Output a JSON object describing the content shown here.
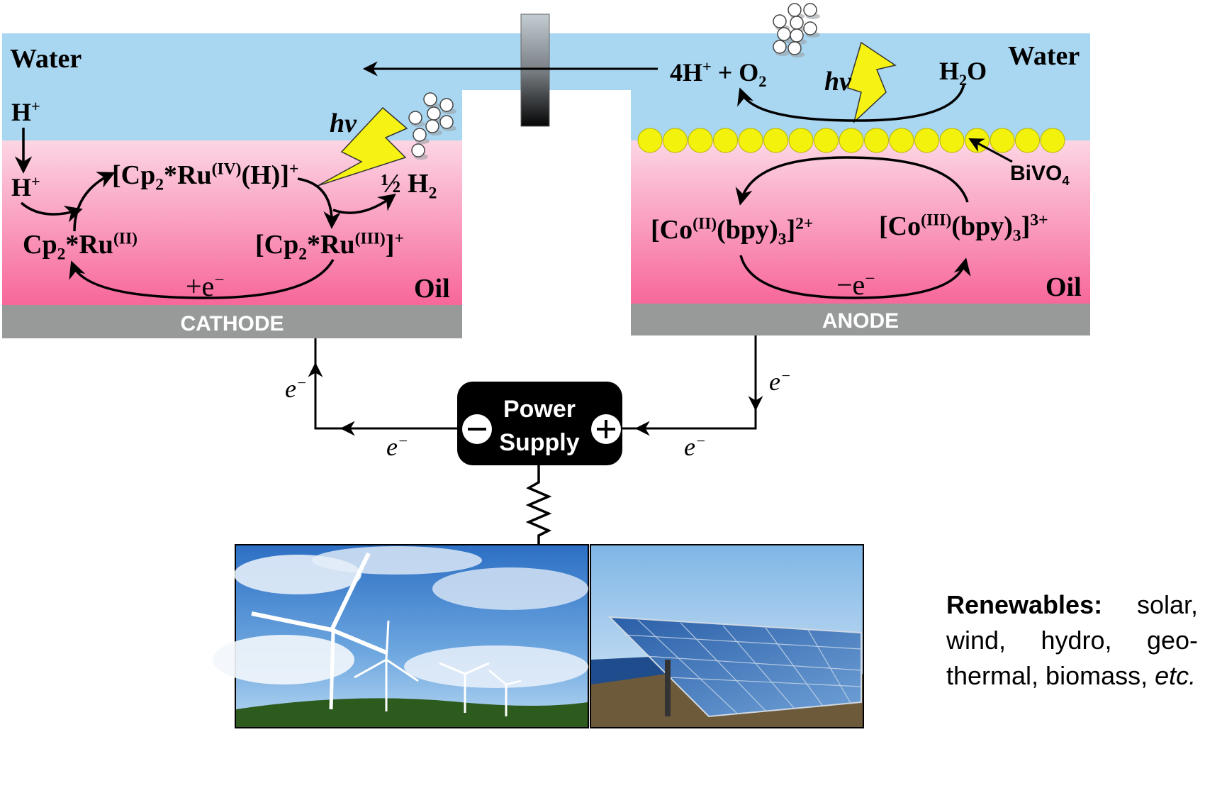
{
  "cell": {
    "water_left": "Water",
    "water_right": "Water",
    "oil_left": "Oil",
    "oil_right": "Oil",
    "cathode": "CATHODE",
    "anode": "ANODE"
  },
  "cathode_side": {
    "h_plus_top": "H",
    "h_plus_bottom": "H",
    "ru_ii_base": "Cp",
    "ru_ii_rest": "*Ru",
    "ru_ii_ox": "(II)",
    "ru_iv_open": "[Cp",
    "ru_iv_mid": "*Ru",
    "ru_iv_ox": "(IV)",
    "ru_iv_end": "(H)]",
    "ru_iii_open": "[Cp",
    "ru_iii_mid": "*Ru",
    "ru_iii_ox": "(III)",
    "ru_iii_end": "]",
    "half_h2": "½ H",
    "plus_e": "+e",
    "hv": "hv"
  },
  "anode_side": {
    "products": "4H",
    "products_o2": " + O",
    "h2o": "H",
    "h2o_o": "O",
    "hv": "hv",
    "bivo4": "BiVO",
    "co_ii_open": "[Co",
    "co_ii_ox": "(II)",
    "co_ii_mid": "(bpy)",
    "co_ii_end": "]",
    "co_ii_charge": "2+",
    "co_iii_open": "[Co",
    "co_iii_ox": "(III)",
    "co_iii_mid": "(bpy)",
    "co_iii_end": "]",
    "co_iii_charge": "3+",
    "minus_e": "−e"
  },
  "circuit": {
    "e_left_vertical": "e",
    "e_left_horizontal": "e",
    "e_right_vertical": "e",
    "e_right_horizontal": "e",
    "power_line1": "Power",
    "power_line2": "Supply",
    "minus_symbol": "−",
    "plus_symbol": "+"
  },
  "renewables": {
    "label": "Renewables:",
    "text": " solar, wind, hydro, geo-thermal, biomass,",
    "etc": "etc."
  },
  "colors": {
    "water": "#a9d6f0",
    "oil_top": "#fcd6e4",
    "oil_bottom": "#f7669a",
    "electrode": "#979a98",
    "bivo4": "#f2f20c",
    "lightning": "#f6f314",
    "power_box": "#000000"
  }
}
